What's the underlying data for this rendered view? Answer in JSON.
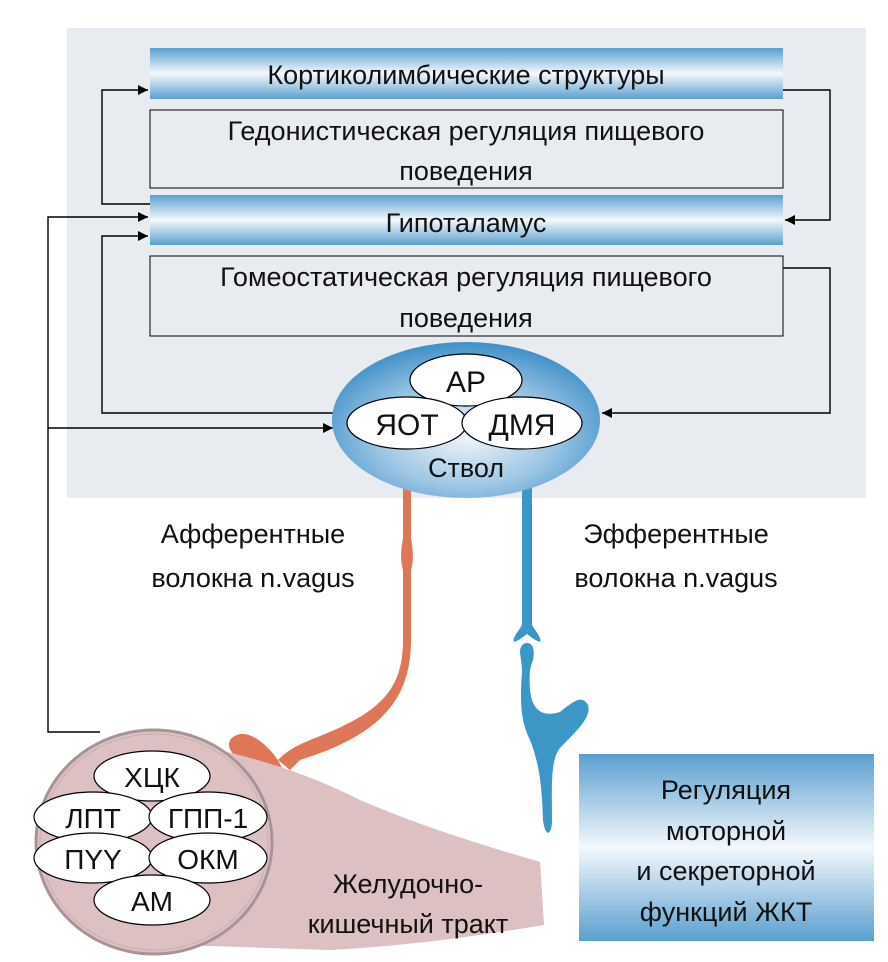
{
  "panel": {
    "background": "#e8ebf0"
  },
  "boxes": {
    "corticolimbic": "Кортиколимбические структуры",
    "hedonic_line1": "Гедонистическая регуляция пищевого",
    "hedonic_line2": "поведения",
    "hypothalamus": "Гипоталамус",
    "homeostatic_line1": "Гомеостатическая регуляция пищевого",
    "homeostatic_line2": "поведения"
  },
  "brainstem": {
    "label": "Ствол",
    "nuclei": [
      "АР",
      "ЯОТ",
      "ДМЯ"
    ]
  },
  "fibers": {
    "afferent_line1": "Афферентные",
    "afferent_line2": "волокна n.vagus",
    "efferent_line1": "Эфферентные",
    "efferent_line2": "волокна n.vagus",
    "afferent_color": "#e07658",
    "efferent_color": "#3d97c6"
  },
  "gi_tract": {
    "label_line1": "Желудочно-",
    "label_line2": "кишечный тракт",
    "color": "#dcc0c2",
    "hormones": [
      "ХЦК",
      "ЛПТ",
      "ГПП-1",
      "ПYY",
      "ОКМ",
      "АМ"
    ]
  },
  "regulation_box": {
    "lines": [
      "Регуляция",
      "моторной",
      "и секреторной",
      "функций ЖКТ"
    ]
  }
}
